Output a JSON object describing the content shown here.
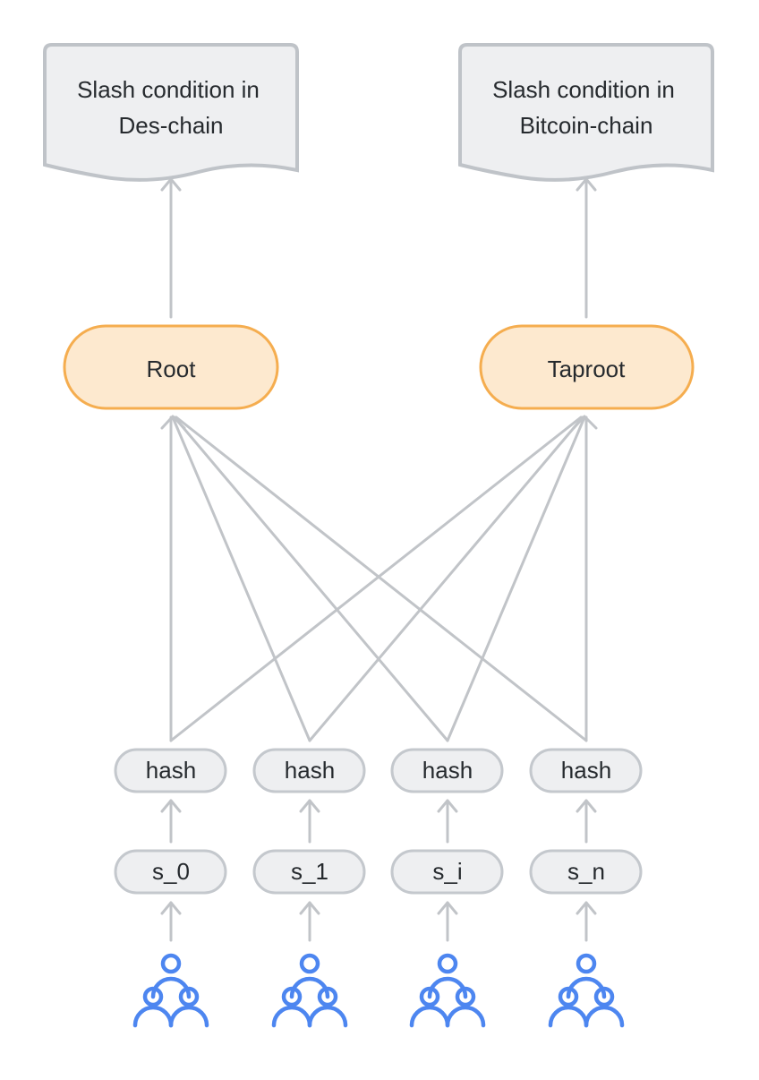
{
  "colors": {
    "doc_fill": "#eeeff1",
    "doc_stroke": "#bfc3c8",
    "root_fill": "#fde9cf",
    "root_stroke": "#f5ad4f",
    "pill_fill": "#eeeff1",
    "pill_stroke": "#c4c8cd",
    "edge": "#c1c4c8",
    "icon": "#4d86f0",
    "text": "#262a2e"
  },
  "documents": [
    {
      "line1": "Slash condition in",
      "line2": "Des-chain"
    },
    {
      "line1": "Slash condition in",
      "line2": "Bitcoin-chain"
    }
  ],
  "roots": [
    {
      "label": "Root"
    },
    {
      "label": "Taproot"
    }
  ],
  "columns": [
    {
      "hash": "hash",
      "secret": "s_0",
      "icon": "group-icon"
    },
    {
      "hash": "hash",
      "secret": "s_1",
      "icon": "group-icon"
    },
    {
      "hash": "hash",
      "secret": "s_i",
      "icon": "group-icon"
    },
    {
      "hash": "hash",
      "secret": "s_n",
      "icon": "group-icon"
    }
  ]
}
